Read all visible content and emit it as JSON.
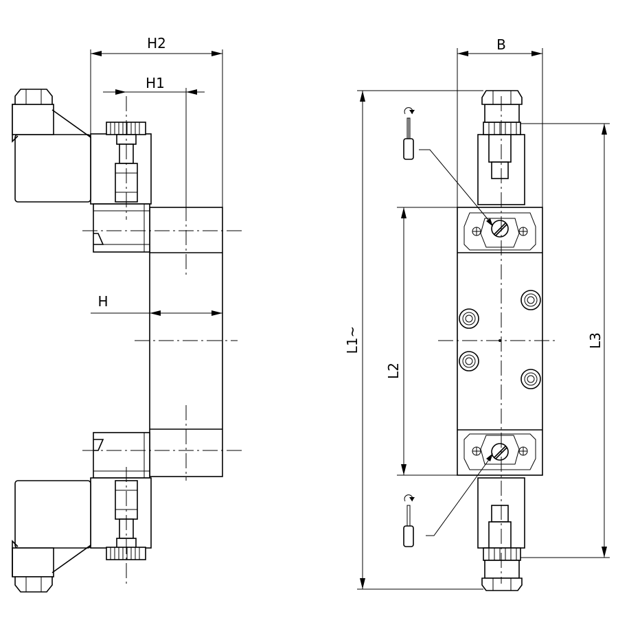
{
  "labels": {
    "h2": "H2",
    "h1": "H1",
    "h": "H",
    "b": "B",
    "l1": "L1~",
    "l2": "L2",
    "l3": "L3"
  },
  "colors": {
    "line": "#000000",
    "background": "#ffffff"
  }
}
